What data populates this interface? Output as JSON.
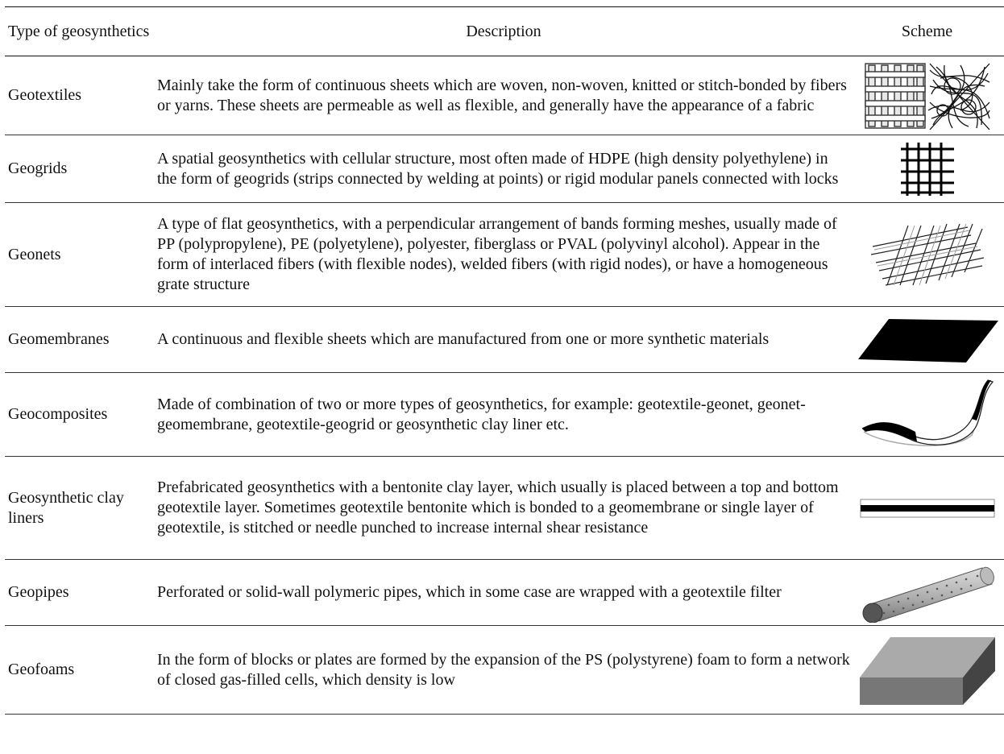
{
  "table": {
    "headers": {
      "type": "Type of geosynthetics",
      "description": "Description",
      "scheme": "Scheme"
    },
    "rows": [
      {
        "type": "Geotextiles",
        "description": "Mainly take the form of continuous sheets which are woven, non-woven, knitted or stitch-bonded by fibers or yarns. These sheets are permeable as well as flexible, and generally have the appearance of a fabric",
        "scheme_icon": "woven-nonwoven-fabric-icon"
      },
      {
        "type": "Geogrids",
        "description": "A spatial geosynthetics with cellular structure, most often made of HDPE (high density polyethylene) in the form of geogrids (strips connected by welding at points) or rigid modular panels connected with locks",
        "scheme_icon": "grid-icon"
      },
      {
        "type": "Geonets",
        "description": "A type of flat geosynthetics, with a perpendicular arrangement of bands forming meshes, usually made of PP (polypropylene), PE (polyetylene), polyester, fiberglass or PVAL (polyvinyl alcohol). Appear in the form of interlaced fibers (with flexible nodes), welded fibers (with rigid nodes), or have a homogeneous grate structure",
        "scheme_icon": "net-mesh-icon"
      },
      {
        "type": "Geomembranes",
        "description": "A continuous and flexible sheets which are manufactured from one or more synthetic materials",
        "scheme_icon": "membrane-sheet-icon"
      },
      {
        "type": "Geocomposites",
        "description": "Made of combination of two or more types of geosynthetics, for example: geotextile-geonet, geonet-geomembrane, geotextile-geogrid or geosynthetic clay liner etc.",
        "scheme_icon": "composite-layers-icon"
      },
      {
        "type": "Geosynthetic clay liners",
        "description": "Prefabricated geosynthetics with a bentonite clay layer, which usually is placed between a top and bottom geotextile layer. Sometimes geotextile bentonite which is bonded to a geomembrane or single layer of geotextile, is stitched or needle punched to increase internal shear resistance",
        "scheme_icon": "clay-liner-layers-icon"
      },
      {
        "type": "Geopipes",
        "description": "Perforated or solid-wall polymeric pipes, which in some case are wrapped with a geotextile filter",
        "scheme_icon": "perforated-pipe-icon"
      },
      {
        "type": "Geofoams",
        "description": "In the form of blocks or plates are formed by the expansion of the PS (polystyrene) foam to form a network of closed gas-filled cells, which density is low",
        "scheme_icon": "foam-block-icon"
      }
    ]
  }
}
